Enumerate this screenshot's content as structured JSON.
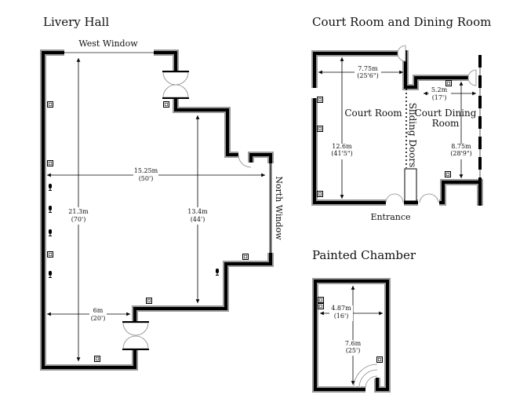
{
  "livery_hall": {
    "title": "Livery Hall",
    "west_window": "West Window",
    "north_window": "North Window",
    "width": "15.25m",
    "width_ft": "(50')",
    "length": "21.3m",
    "length_ft": "(70')",
    "length2": "13.4m",
    "length2_ft": "(44')",
    "short_width": "6m",
    "short_width_ft": "(20')"
  },
  "court_rooms": {
    "title": "Court Room and Dining Room",
    "court_room": "Court Room",
    "dining_room_line1": "Court Dining",
    "dining_room_line2": "Room",
    "sliding_doors": "Sliding Doors",
    "entrance": "Entrance",
    "court_width": "7.75m",
    "court_width_ft": "(25'6\")",
    "court_length": "12.6m",
    "court_length_ft": "(41'5\")",
    "dining_width": "5.2m",
    "dining_width_ft": "(17')",
    "dining_length": "8.75m",
    "dining_length_ft": "(28'9\")"
  },
  "painted_chamber": {
    "title": "Painted Chamber",
    "width": "4.87m",
    "width_ft": "(16')",
    "length": "7.6m",
    "length_ft": "(25')"
  },
  "icons": {
    "socket": "power-socket-icon",
    "microphone": "microphone-icon"
  }
}
